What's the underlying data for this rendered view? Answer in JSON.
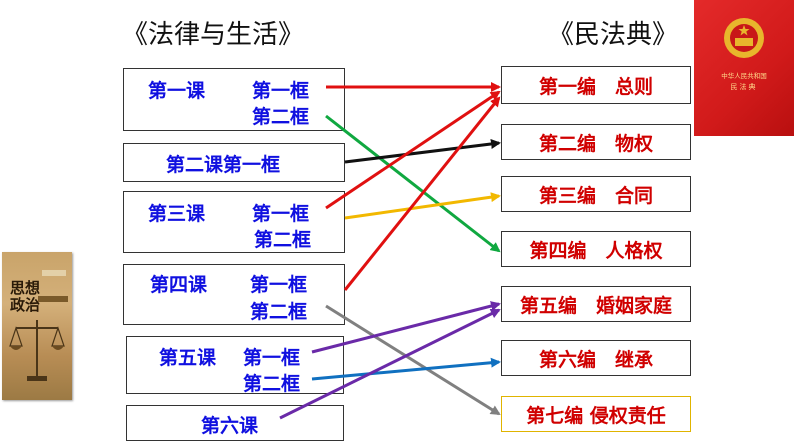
{
  "titles": {
    "left": "《法律与生活》",
    "right": "《民法典》"
  },
  "left_boxes": [
    {
      "lesson": "第一课",
      "frames": [
        "第一框",
        "第二框"
      ]
    },
    {
      "lesson": "第二课第一框",
      "frames": []
    },
    {
      "lesson": "第三课",
      "frames": [
        "第一框",
        "第二框"
      ]
    },
    {
      "lesson": "第四课",
      "frames": [
        "第一框",
        "第二框"
      ]
    },
    {
      "lesson": "第五课",
      "frames": [
        "第一框",
        "第二框"
      ]
    },
    {
      "lesson": "第六课",
      "frames": []
    }
  ],
  "right_boxes": [
    "第一编　总则",
    "第二编　物权",
    "第三编　合同",
    "第四编　人格权",
    "第五编　婚姻家庭",
    "第六编　继承",
    "第七编 侵权责任"
  ],
  "arrow_colors": {
    "red": "#e01010",
    "green": "#10a840",
    "black": "#111111",
    "yellow": "#f2b800",
    "purple": "#6a2aa8",
    "blue": "#1070c0",
    "gray": "#808080"
  },
  "connections": [
    {
      "from": "第一课 第一框",
      "to": "第一编　总则",
      "color": "red"
    },
    {
      "from": "第一课 第二框",
      "to": "第四编　人格权",
      "color": "green"
    },
    {
      "from": "第二课第一框",
      "to": "第二编　物权",
      "color": "black"
    },
    {
      "from": "第三课 第一框",
      "to": "第一编　总则",
      "color": "red"
    },
    {
      "from": "第三课 第二框",
      "to": "第三编　合同",
      "color": "yellow"
    },
    {
      "from": "第四课 第一框",
      "to": "第一编　总则",
      "color": "red"
    },
    {
      "from": "第四课 第二框",
      "to": "第七编 侵权责任",
      "color": "gray"
    },
    {
      "from": "第五课 第一框",
      "to": "第五编　婚姻家庭",
      "color": "purple"
    },
    {
      "from": "第五课 第二框",
      "to": "第六编　继承",
      "color": "blue"
    },
    {
      "from": "第六课",
      "to": "第五编　婚姻家庭",
      "color": "purple"
    }
  ],
  "images": {
    "left_book": {
      "title": "思想政治"
    },
    "right_book": {
      "line1": "中华人民共和国",
      "line2": "民法典"
    }
  }
}
